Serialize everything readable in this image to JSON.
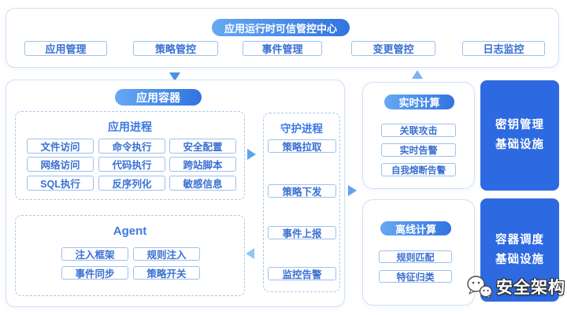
{
  "colors": {
    "pill_gradient_start": "#66a9f3",
    "pill_gradient_end": "#3273e0",
    "panel_border": "#cfe0f6",
    "dashed_border": "#a8c8ee",
    "button_border": "#9dc0ec",
    "button_text": "#3a70d2",
    "section_title": "#3b79e3",
    "dark_box_bg": "#2d69e1",
    "arrow_blue": "#4a90e2"
  },
  "top_panel": {
    "title": "应用运行时可信管控中心",
    "buttons": [
      "应用管理",
      "策略管控",
      "事件管理",
      "变更管控",
      "日志监控"
    ]
  },
  "app_container": {
    "title": "应用容器",
    "app_process": {
      "title": "应用进程",
      "buttons": [
        "文件访问",
        "命令执行",
        "安全配置",
        "网络访问",
        "代码执行",
        "跨站脚本",
        "SQL执行",
        "反序列化",
        "敏感信息"
      ]
    },
    "agent": {
      "title": "Agent",
      "buttons": [
        "注入框架",
        "规则注入",
        "事件同步",
        "策略开关"
      ]
    },
    "daemon": {
      "title": "守护进程",
      "buttons": [
        "策略拉取",
        "策略下发",
        "事件上报",
        "监控告警"
      ]
    }
  },
  "realtime_panel": {
    "title": "实时计算",
    "buttons": [
      "关联攻击",
      "实时告警",
      "自我熔断告警"
    ]
  },
  "offline_panel": {
    "title": "离线计算",
    "buttons": [
      "规则匹配",
      "特征归类"
    ]
  },
  "infrastructure": {
    "key_mgmt": {
      "line1": "密钥管理",
      "line2": "基础设施"
    },
    "scheduler": {
      "line1": "容器调度",
      "line2": "基础设施"
    }
  },
  "watermark": {
    "text": "安全架构",
    "icon": "wechat-chat-bubbles-icon"
  }
}
